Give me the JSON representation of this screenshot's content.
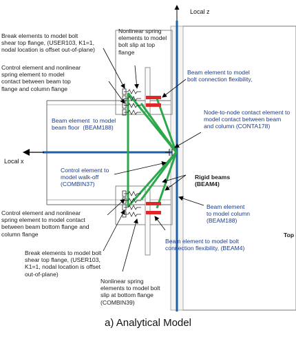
{
  "axes": {
    "local_z": "Local z",
    "local_x": "Local x"
  },
  "annotations": {
    "break_top": "Break elements to model bolt\nshear top flange, (USER103, K1=1,\nnodal location is offset out-of-plane)",
    "control_top": "Control element and nonlinear\nspring element to model\ncontact between beam top\nflange and column flange",
    "beam_floor": "Beam element  to model\nbeam floor  (BEAM188)",
    "nl_spring_top": "Nonlinear spring\nelements to model\nbolt slip at top\nflange",
    "beam_bolt_flex_top": "Beam element to model\nbolt connection flexibility,",
    "node_contact": "Node-to-node contact element to\nmodel contact between beam\nand column (CONTA178)",
    "walk_off": "Control element to\nmodel walk-off\n(COMBIN37)",
    "rigid_beams": "Rigid beams\n(BEAM4)",
    "beam_column": "Beam element\nto model column\n(BEAM188)",
    "control_bottom": "Control element and nonlinear\nspring element to model contact\nbetween beam bottom flange and\ncolumn flange",
    "beam_bolt_flex_bottom": "Beam element to model bolt\nconnection flexibility, (BEAM4)",
    "break_bottom": "Break elements to model bolt\nshear top flange, (USER103,\nK1=1, nodal location is offset\nout-of-plane)",
    "nl_spring_bottom": "Nonlinear spring\nelements to model bolt\nslip at bottom flange\n(COMBIN39)",
    "side_cut": "Top"
  },
  "caption": "a) Analytical Model",
  "colors": {
    "column_line": "#1f5ea8",
    "rigid_beam": "#2aa84a",
    "bolt_flex": "#e0282a",
    "outline": "#555555",
    "arrow": "#000000"
  }
}
